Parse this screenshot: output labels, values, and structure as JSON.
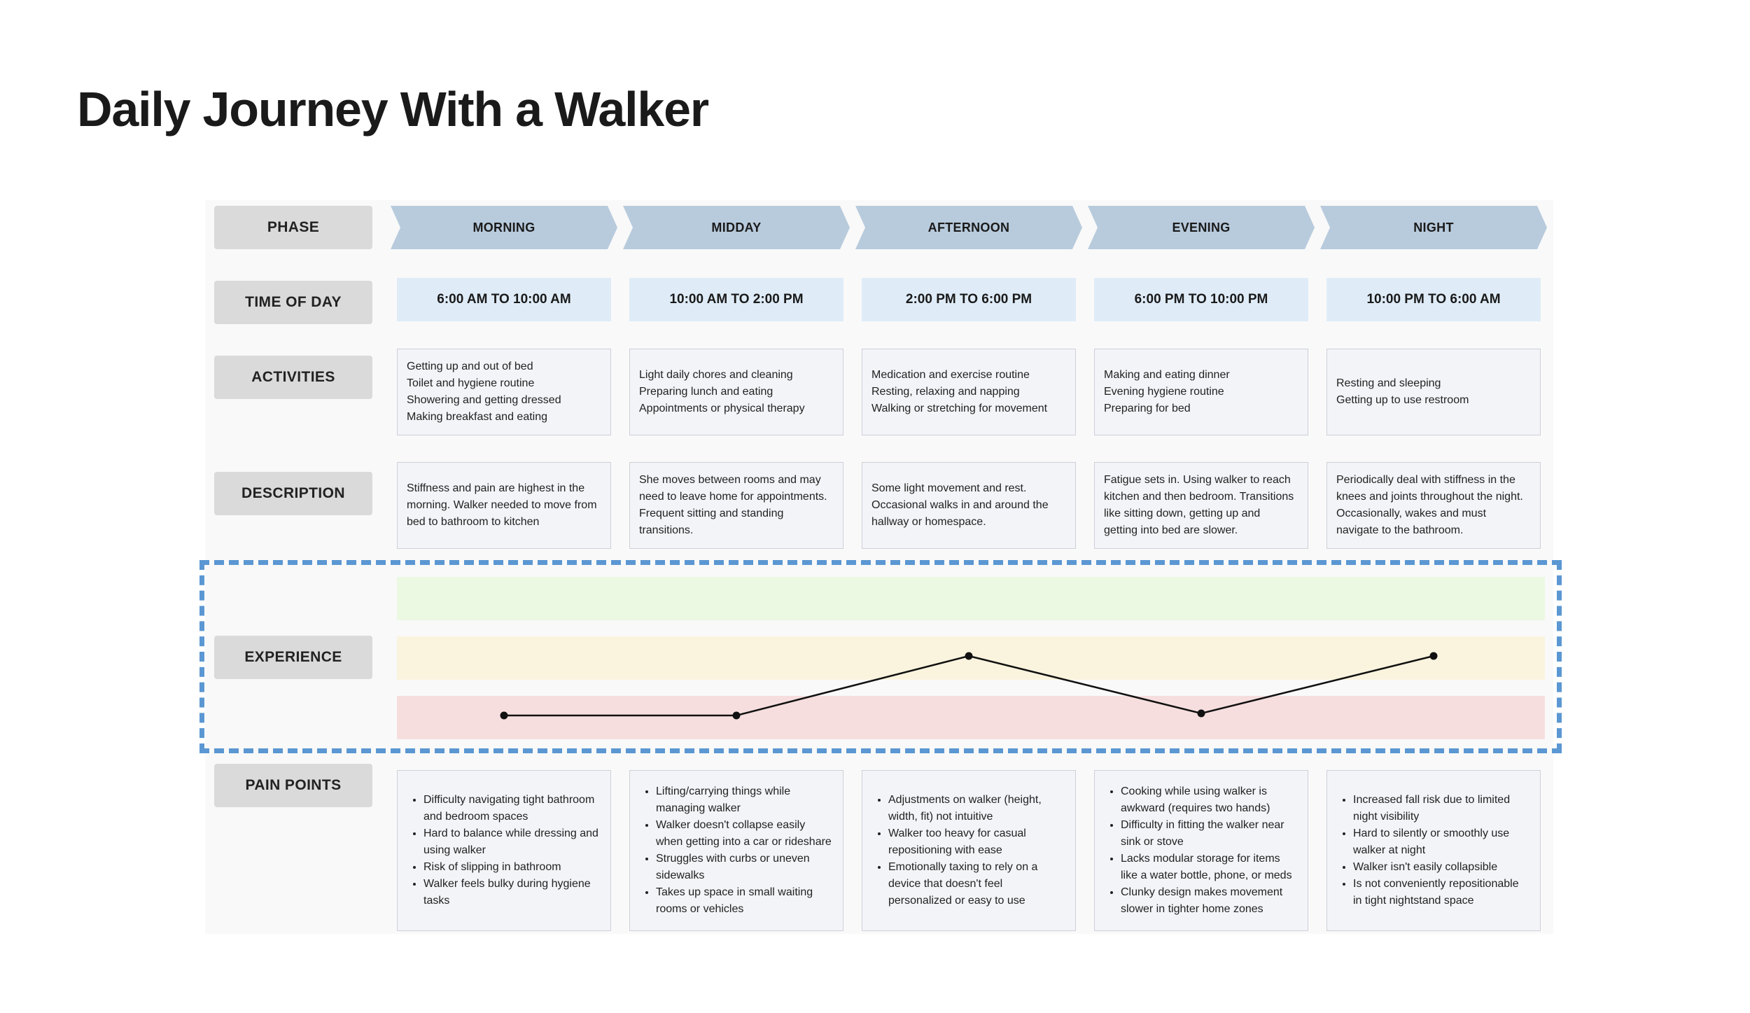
{
  "title": "Daily Journey With a Walker",
  "row_labels": {
    "phase": "PHASE",
    "time": "TIME OF DAY",
    "activities": "ACTIVITIES",
    "description": "DESCRIPTION",
    "experience": "EXPERIENCE",
    "pain_points": "PAIN POINTS"
  },
  "columns": [
    {
      "phase": "MORNING",
      "time": "6:00 AM TO 10:00 AM",
      "activities": [
        "Getting up and out of bed",
        "Toilet and hygiene routine",
        "Showering and getting dressed",
        "Making breakfast and eating"
      ],
      "description": [
        "Stiffness and pain are highest in the",
        "morning. Walker needed to move from",
        "bed to bathroom to kitchen"
      ],
      "pain_points": [
        [
          "Difficulty navigating tight bathroom",
          "and bedroom spaces"
        ],
        [
          "Hard to balance while dressing and",
          "using walker"
        ],
        [
          "Risk of slipping in bathroom"
        ],
        [
          "Walker feels bulky during hygiene",
          "tasks"
        ]
      ]
    },
    {
      "phase": "MIDDAY",
      "time": "10:00 AM TO 2:00 PM",
      "activities": [
        "Light daily chores and cleaning",
        "Preparing lunch and eating",
        "Appointments or physical therapy"
      ],
      "description": [
        "She moves between rooms and may",
        "need to leave home for appointments.",
        "Frequent sitting and standing",
        "transitions."
      ],
      "pain_points": [
        [
          "Lifting/carrying things while",
          "managing walker"
        ],
        [
          "Walker doesn't collapse easily",
          "when getting into a car or rideshare"
        ],
        [
          "Struggles with curbs or uneven",
          "sidewalks"
        ],
        [
          "Takes up space in small waiting",
          "rooms or vehicles"
        ]
      ]
    },
    {
      "phase": "AFTERNOON",
      "time": "2:00 PM TO 6:00 PM",
      "activities": [
        "Medication and exercise routine",
        "Resting, relaxing and napping",
        "Walking or stretching for movement"
      ],
      "description": [
        "Some light movement and rest.",
        "Occasional walks in and around the",
        "hallway or homespace."
      ],
      "pain_points": [
        [
          "Adjustments on walker (height,",
          "width, fit) not intuitive"
        ],
        [
          "Walker too heavy for casual",
          "repositioning with ease"
        ],
        [
          "Emotionally taxing to rely on a",
          "device that doesn't feel",
          "personalized or easy to use"
        ]
      ]
    },
    {
      "phase": "EVENING",
      "time": "6:00 PM TO 10:00 PM",
      "activities": [
        "Making and eating dinner",
        "Evening hygiene routine",
        "Preparing for bed"
      ],
      "description": [
        "Fatigue sets in. Using walker to reach",
        "kitchen and then bedroom. Transitions",
        "like sitting down, getting up and",
        "getting into bed are slower."
      ],
      "pain_points": [
        [
          "Cooking while using walker is",
          "awkward (requires two hands)"
        ],
        [
          "Difficulty in fitting the walker near",
          "sink or stove"
        ],
        [
          "Lacks modular storage for items",
          "like a water bottle, phone, or meds"
        ],
        [
          "Clunky design makes movement",
          "slower in tighter home zones"
        ]
      ]
    },
    {
      "phase": "NIGHT",
      "time": "10:00 PM TO 6:00 AM",
      "activities": [
        "Resting and sleeping",
        "Getting up to use restroom"
      ],
      "description": [
        "Periodically deal with stiffness in the",
        "knees and joints throughout the night.",
        "Occasionally, wakes and must",
        "navigate to the bathroom."
      ],
      "pain_points": [
        [
          "Increased fall risk due to limited",
          "night visibility"
        ],
        [
          "Hard to silently or smoothly use",
          "walker at night"
        ],
        [
          "Walker isn't easily collapsible"
        ],
        [
          "Is not conveniently repositionable",
          "in tight nightstand space"
        ]
      ]
    }
  ],
  "experience": {
    "levels": [
      "positive",
      "neutral",
      "negative"
    ],
    "points": [
      "negative",
      "negative",
      "neutral",
      "negative",
      "neutral"
    ],
    "band_colors": {
      "positive": "#ebf8e2",
      "neutral": "#faf4de",
      "negative": "#f7dede"
    }
  },
  "colors": {
    "phase_arrow": "#b8cbdd",
    "time_box": "#dfecf8",
    "label_box": "#dadada",
    "dashed_frame": "#5b97d2"
  }
}
